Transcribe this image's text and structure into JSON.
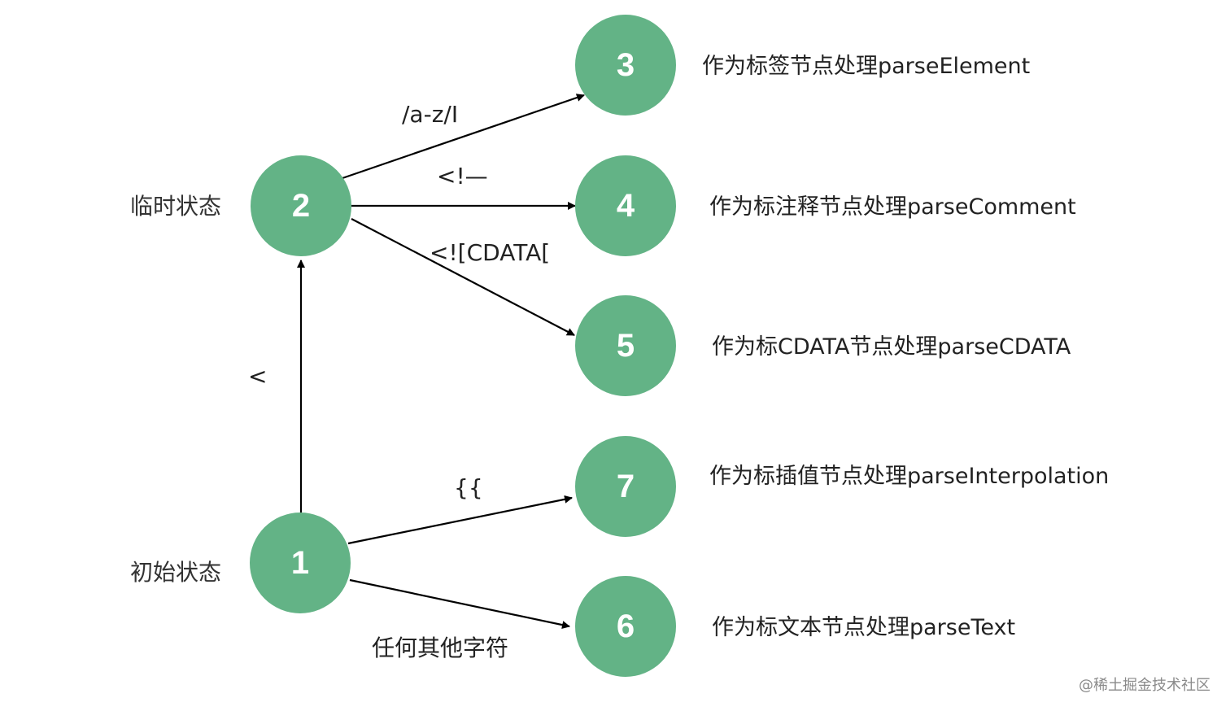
{
  "diagram": {
    "nodes": {
      "n1": {
        "label": "1"
      },
      "n2": {
        "label": "2"
      },
      "n3": {
        "label": "3"
      },
      "n4": {
        "label": "4"
      },
      "n5": {
        "label": "5"
      },
      "n6": {
        "label": "6"
      },
      "n7": {
        "label": "7"
      }
    },
    "state_labels": {
      "temp": "临时状态",
      "initial": "初始状态"
    },
    "edge_labels": {
      "e1_2": "<",
      "e2_3": "/a-z/I",
      "e2_4": "<!—",
      "e2_5": "<![CDATA[",
      "e1_7": "{{",
      "e1_6": "任何其他字符"
    },
    "actions": {
      "a3": "作为标签节点处理parseElement",
      "a4": "作为标注释节点处理parseComment",
      "a5": "作为标CDATA节点处理parseCDATA",
      "a7": "作为标插值节点处理parseInterpolation",
      "a6": "作为标文本节点处理parseText"
    },
    "node_color": "#63b386",
    "edge_color": "#000000"
  },
  "watermark": "@稀土掘金技术社区"
}
